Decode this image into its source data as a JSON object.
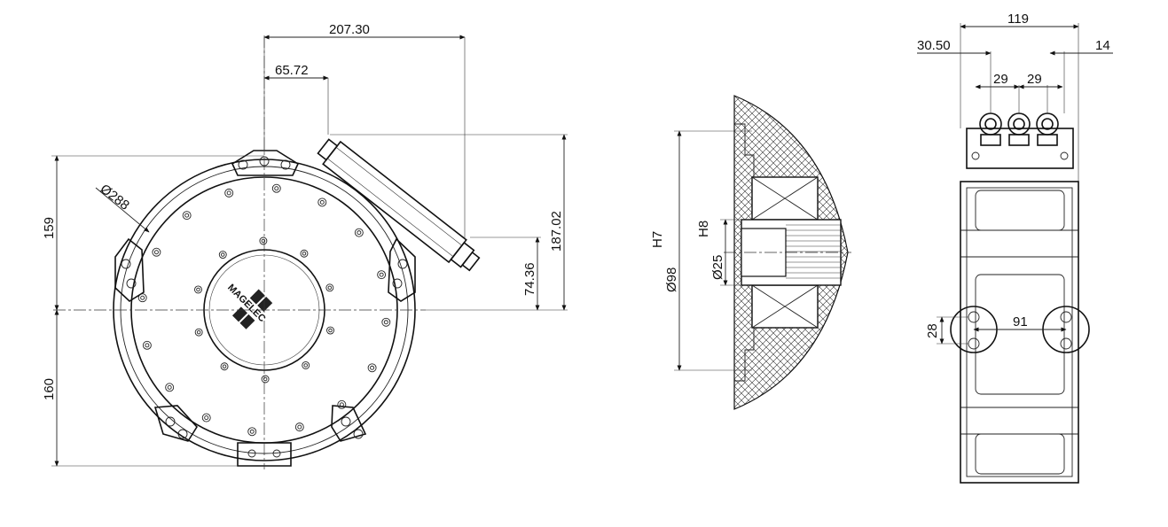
{
  "front_view": {
    "dimensions": {
      "d_outer": "Ø288",
      "width_top": "207.30",
      "offset": "65.72",
      "height_upper": "159",
      "height_lower": "160",
      "connector_height": "187.02",
      "connector_low": "74.36"
    },
    "logo_text": "MAGELEC"
  },
  "section_view": {
    "dimensions": {
      "fit_outer": "H7",
      "dia_outer": "Ø98",
      "fit_inner": "H8",
      "dia_inner": "Ø25"
    }
  },
  "side_view": {
    "dimensions": {
      "width": "119",
      "left_offset": "30.50",
      "right_offset": "14",
      "gland_pitch_1": "29",
      "gland_pitch_2": "29",
      "mount_height": "28",
      "mount_spacing": "91"
    }
  }
}
